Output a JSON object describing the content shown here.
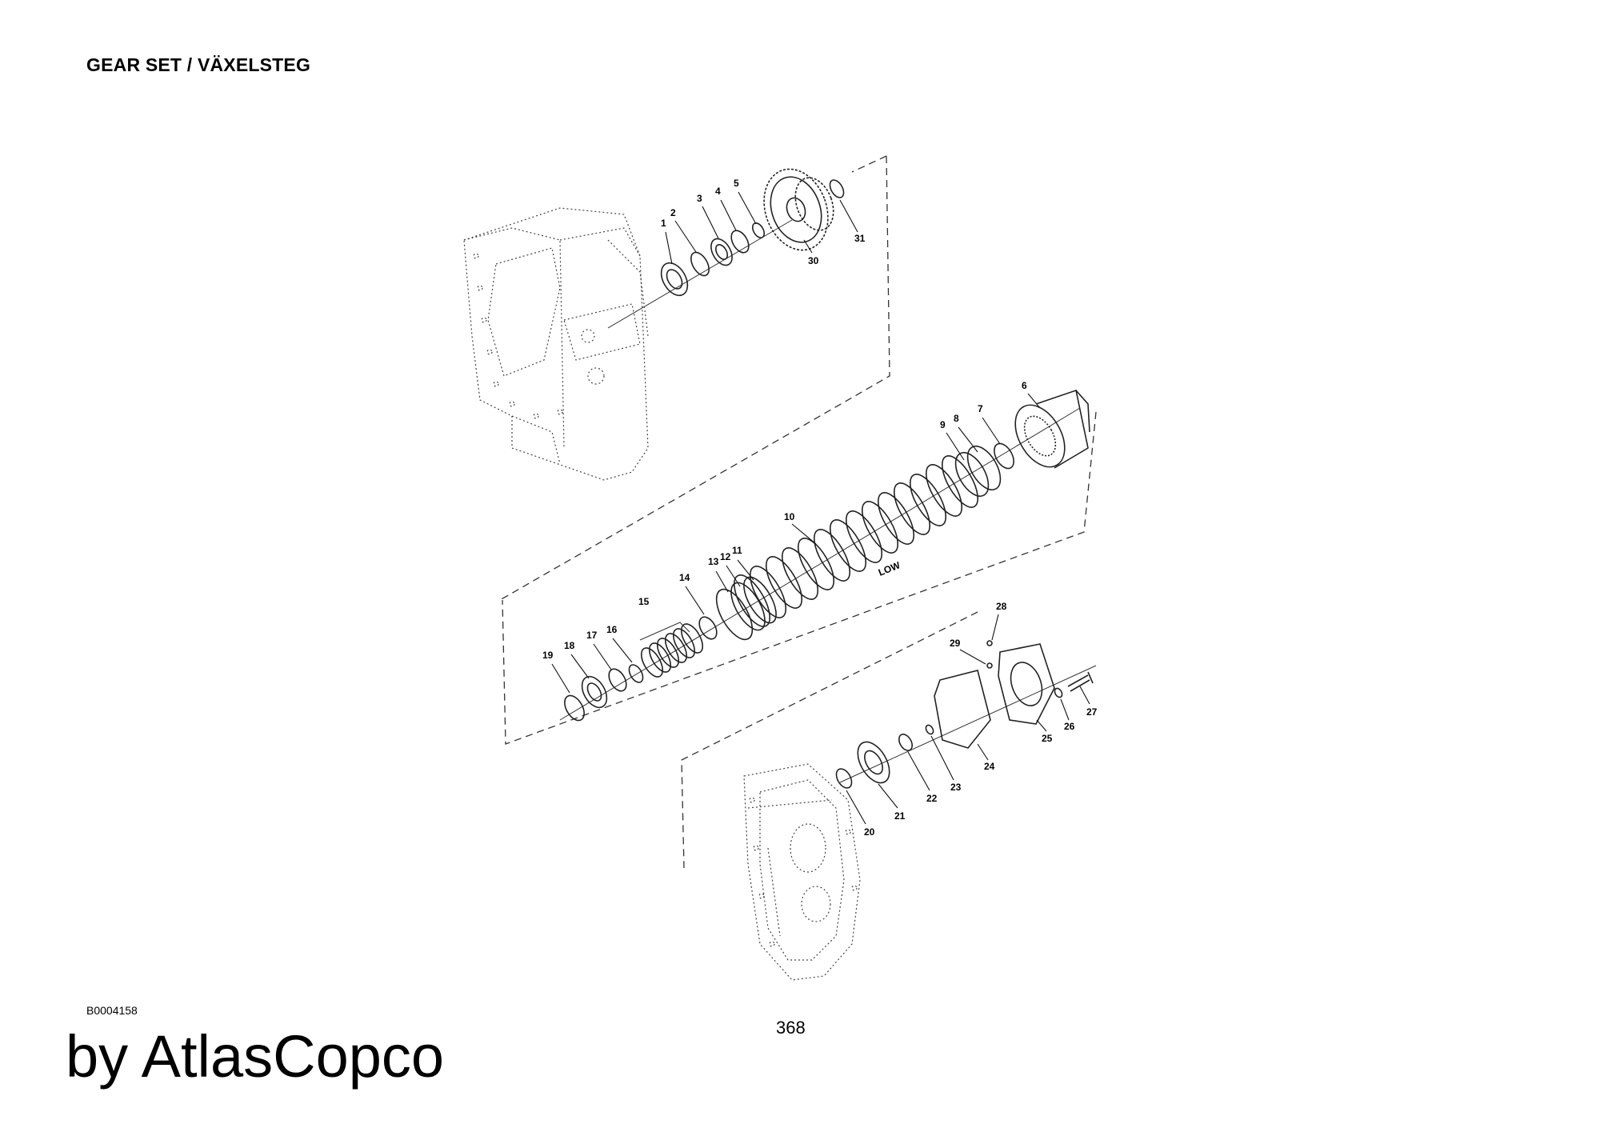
{
  "header": {
    "title": "GEAR SET / VÄXELSTEG"
  },
  "diagram": {
    "annotation_low": "LOW",
    "callouts": [
      {
        "id": "c1",
        "label": "1"
      },
      {
        "id": "c2",
        "label": "2"
      },
      {
        "id": "c3",
        "label": "3"
      },
      {
        "id": "c4",
        "label": "4"
      },
      {
        "id": "c5",
        "label": "5"
      },
      {
        "id": "c6",
        "label": "6"
      },
      {
        "id": "c7",
        "label": "7"
      },
      {
        "id": "c8",
        "label": "8"
      },
      {
        "id": "c9",
        "label": "9"
      },
      {
        "id": "c10",
        "label": "10"
      },
      {
        "id": "c11",
        "label": "11"
      },
      {
        "id": "c12",
        "label": "12"
      },
      {
        "id": "c13",
        "label": "13"
      },
      {
        "id": "c14",
        "label": "14"
      },
      {
        "id": "c15",
        "label": "15"
      },
      {
        "id": "c16",
        "label": "16"
      },
      {
        "id": "c17",
        "label": "17"
      },
      {
        "id": "c18",
        "label": "18"
      },
      {
        "id": "c19",
        "label": "19"
      },
      {
        "id": "c20",
        "label": "20"
      },
      {
        "id": "c21",
        "label": "21"
      },
      {
        "id": "c22",
        "label": "22"
      },
      {
        "id": "c23",
        "label": "23"
      },
      {
        "id": "c24",
        "label": "24"
      },
      {
        "id": "c25",
        "label": "25"
      },
      {
        "id": "c26",
        "label": "26"
      },
      {
        "id": "c27",
        "label": "27"
      },
      {
        "id": "c28",
        "label": "28"
      },
      {
        "id": "c29",
        "label": "29"
      },
      {
        "id": "c30",
        "label": "30"
      },
      {
        "id": "c31",
        "label": "31"
      }
    ]
  },
  "footer": {
    "doc_code": "B0004158",
    "page_number": "368",
    "brand": "by AtlasCopco"
  }
}
